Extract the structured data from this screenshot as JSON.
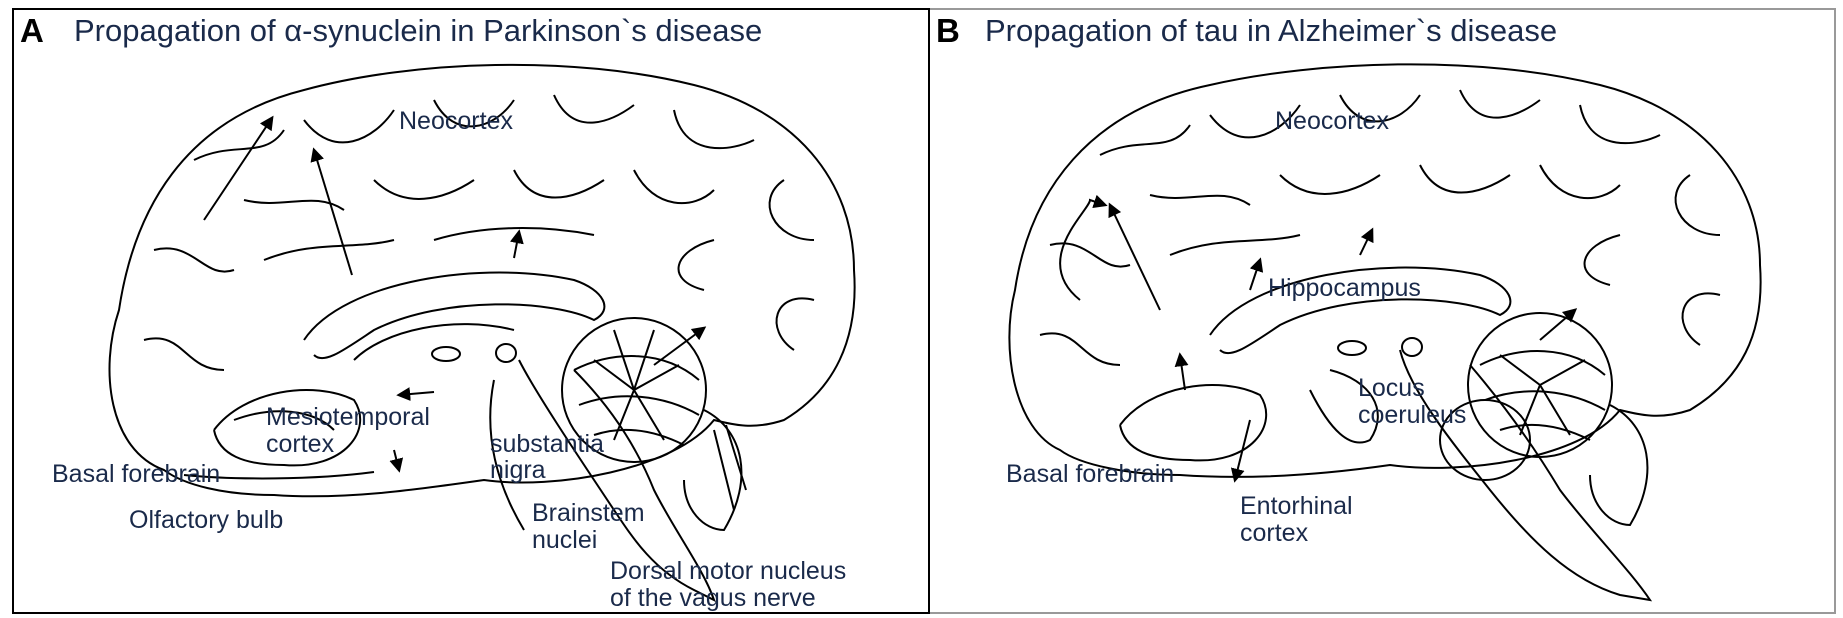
{
  "panels": [
    {
      "letter": "A",
      "title": "Propagation of α-synuclein in Parkinson`s disease",
      "labels": {
        "neocortex": "Neocortex",
        "mesiotemporal_1": "Mesiotemporal",
        "mesiotemporal_2": "cortex",
        "basal_forebrain": "Basal forebrain",
        "olfactory_bulb": "Olfactory bulb",
        "substantia_1": "substantia",
        "substantia_2": "nigra",
        "brainstem_1": "Brainstem",
        "brainstem_2": "nuclei",
        "dorsal_1": "Dorsal motor nucleus",
        "dorsal_2": "of the vagus nerve"
      }
    },
    {
      "letter": "B",
      "title": "Propagation of tau in Alzheimer`s disease",
      "labels": {
        "neocortex": "Neocortex",
        "hippocampus": "Hippocampus",
        "locus_1": "Locus",
        "locus_2": "coeruleus",
        "basal_forebrain": "Basal forebrain",
        "entorhinal_1": "Entorhinal",
        "entorhinal_2": "cortex"
      }
    }
  ],
  "colors": {
    "outline": "#000000",
    "label_text": "#1a2a4a"
  }
}
